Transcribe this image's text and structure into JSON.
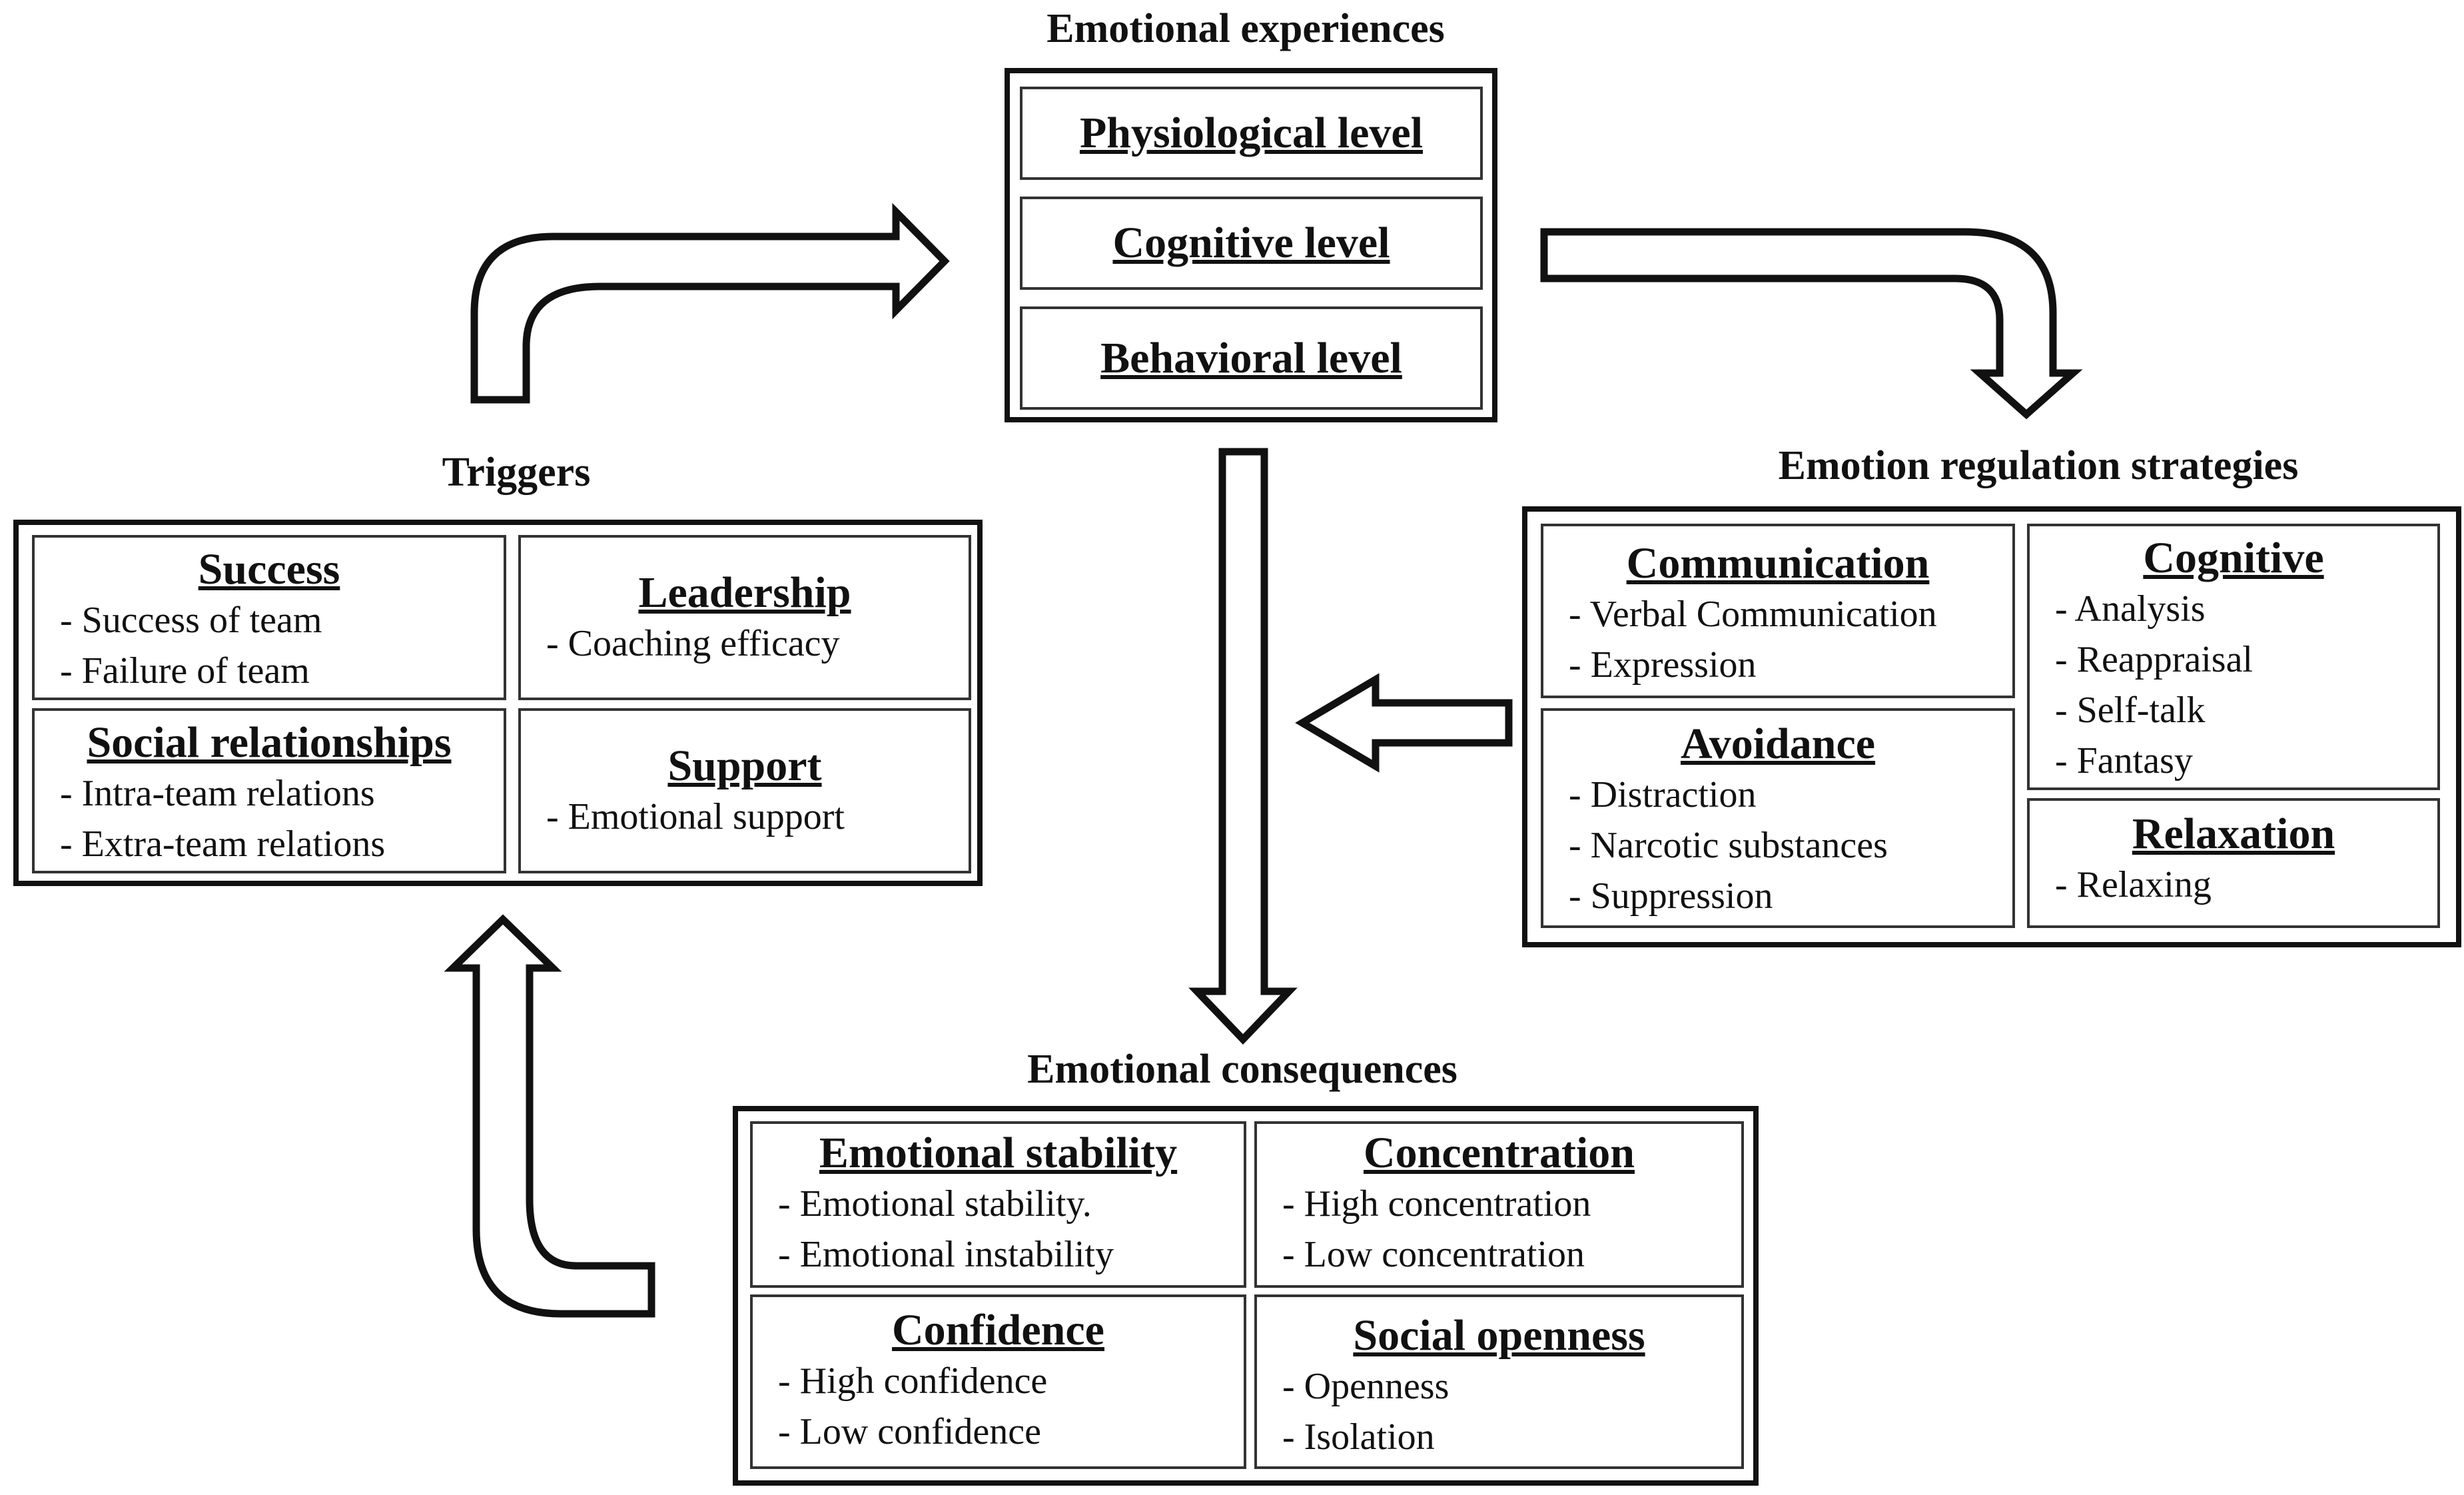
{
  "emotional_experiences": {
    "title": "Emotional experiences",
    "levels": [
      "Physiological level",
      "Cognitive level",
      "Behavioral level"
    ]
  },
  "triggers": {
    "title": "Triggers",
    "boxes": [
      {
        "heading": "Success",
        "items": [
          "- Success of team",
          "- Failure of team"
        ]
      },
      {
        "heading": "Leadership",
        "items": [
          "- Coaching efficacy"
        ]
      },
      {
        "heading": "Social relationships",
        "items": [
          "- Intra-team relations",
          "- Extra-team relations"
        ]
      },
      {
        "heading": "Support",
        "items": [
          "- Emotional support"
        ]
      }
    ]
  },
  "emotion_regulation": {
    "title": "Emotion regulation strategies",
    "boxes": [
      {
        "heading": "Communication",
        "items": [
          "- Verbal Communication",
          "- Expression"
        ]
      },
      {
        "heading": "Cognitive",
        "items": [
          "- Analysis",
          "- Reappraisal",
          "- Self-talk",
          "- Fantasy"
        ]
      },
      {
        "heading": "Avoidance",
        "items": [
          "- Distraction",
          "- Narcotic substances",
          "- Suppression"
        ]
      },
      {
        "heading": "Relaxation",
        "items": [
          "- Relaxing"
        ]
      }
    ]
  },
  "emotional_consequences": {
    "title": "Emotional consequences",
    "boxes": [
      {
        "heading": "Emotional stability",
        "items": [
          "- Emotional stability.",
          "- Emotional instability"
        ]
      },
      {
        "heading": "Concentration",
        "items": [
          "- High concentration",
          "- Low concentration"
        ]
      },
      {
        "heading": "Confidence",
        "items": [
          "- High confidence",
          "- Low confidence"
        ]
      },
      {
        "heading": "Social openness",
        "items": [
          "- Openness",
          "- Isolation"
        ]
      }
    ]
  }
}
